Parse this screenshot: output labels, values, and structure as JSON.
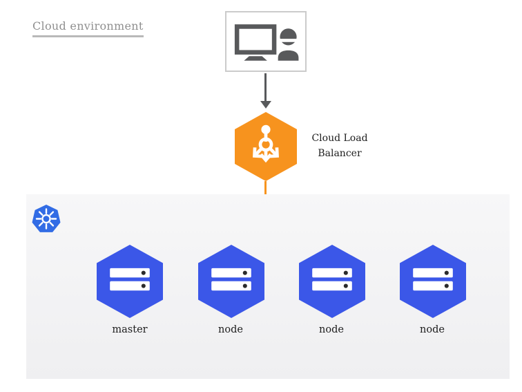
{
  "title": "Cloud environment",
  "user_entry": {
    "icon": "workstation-user-icon"
  },
  "load_balancer": {
    "label": "Cloud Load Balancer",
    "icon": "load-balancer-icon",
    "color": "#F7931E"
  },
  "cluster": {
    "icon": "kubernetes-logo-icon",
    "panel_color": "#f2f2f3",
    "hexagon_color": "#3B57E8",
    "kubernetes_blue": "#326CE5",
    "nodes": [
      {
        "label": "master",
        "icon": "server-icon"
      },
      {
        "label": "node",
        "icon": "server-icon"
      },
      {
        "label": "node",
        "icon": "server-icon"
      },
      {
        "label": "node",
        "icon": "server-icon"
      }
    ]
  },
  "connections": {
    "user_to_load_balancer": {
      "color": "#58595b"
    },
    "load_balancer_to_nodes": {
      "color": "#F7941E",
      "targets": [
        "node",
        "node",
        "node"
      ]
    }
  }
}
